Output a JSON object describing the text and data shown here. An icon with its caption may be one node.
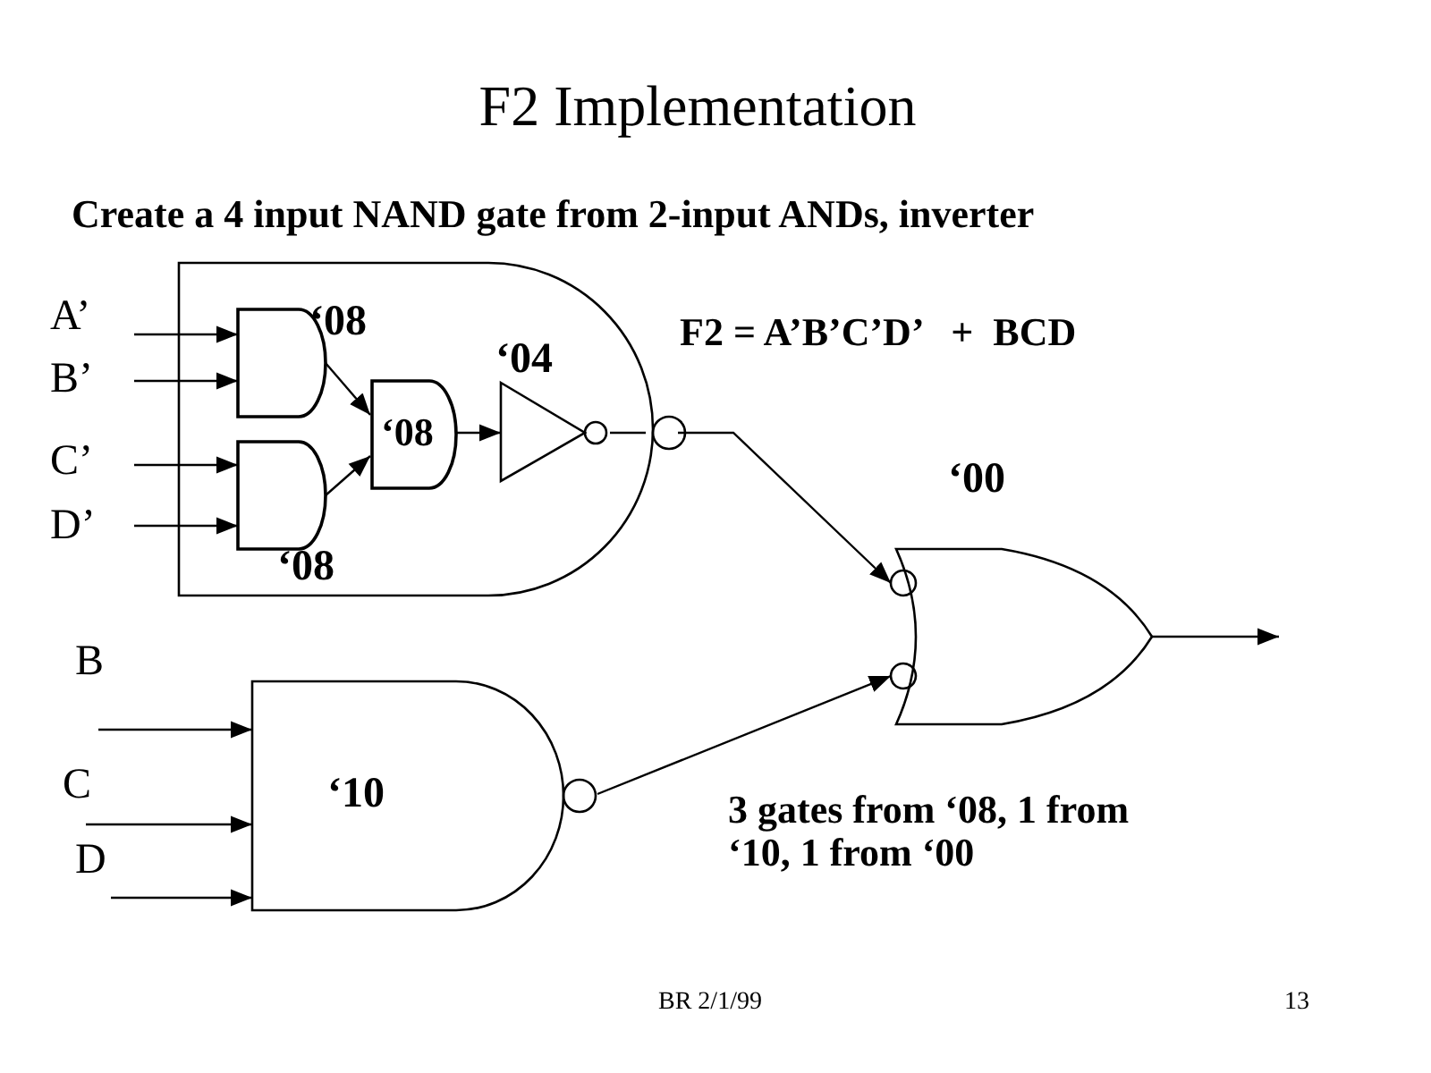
{
  "diagram": {
    "title": "F2 Implementation",
    "nodes": [
      {
        "text": [
          "A’"
        ]
      },
      {
        "text": [
          "B’"
        ]
      },
      {
        "text": [
          "C’"
        ]
      },
      {
        "text": [
          "D’"
        ]
      },
      {
        "text": [],
        "shape": "gate"
      },
      {
        "text": [],
        "shape": "gate",
        "in": 4,
        "beside": [
          "‘08"
        ]
      },
      {
        "text": [],
        "shape": "gate",
        "in": 4,
        "beside": [
          "‘08"
        ]
      },
      {
        "text": [
          "‘08"
        ],
        "in": 4
      },
      {
        "text": [],
        "shape": "triangle",
        "in": 4,
        "beside": [
          "‘04"
        ]
      },
      {
        "text": [],
        "shape": "gate",
        "beside": [
          "‘00"
        ]
      },
      {
        "text": [
          "‘10"
        ]
      }
    ],
    "edges": [
      {
        "from": 0,
        "to": 5,
        "arrow": "to"
      },
      {
        "from": 1,
        "to": 5,
        "arrow": "to"
      },
      {
        "from": 2,
        "to": 6,
        "arrow": "to"
      },
      {
        "from": 3,
        "to": 6,
        "arrow": "to"
      },
      {
        "from": 5,
        "to": 7,
        "arrow": "to"
      },
      {
        "from": 6,
        "to": 7,
        "arrow": "to"
      },
      {
        "from": 7,
        "to": 8,
        "arrow": "to"
      },
      {
        "from": 8,
        "to": 4,
        "arrow": "none"
      },
      {
        "from": 4,
        "to": 9,
        "arrow": "to"
      },
      {
        "from": null,
        "to": 10,
        "arrow": "to"
      },
      {
        "from": null,
        "to": 10,
        "arrow": "to"
      },
      {
        "from": null,
        "to": 10,
        "arrow": "to"
      },
      {
        "from": 10,
        "to": 9,
        "arrow": "to"
      },
      {
        "from": 9,
        "to": null,
        "arrow": "to"
      }
    ],
    "labels": [
      "Create a 4 input NAND gate from 2-input ANDs, inverter",
      "F2 = A’B’C’D’   +  BCD",
      "B",
      "C",
      "D",
      "3 gates from ‘08, 1 from ‘10, 1 from ‘00",
      "BR 2/1/99",
      "13"
    ]
  }
}
